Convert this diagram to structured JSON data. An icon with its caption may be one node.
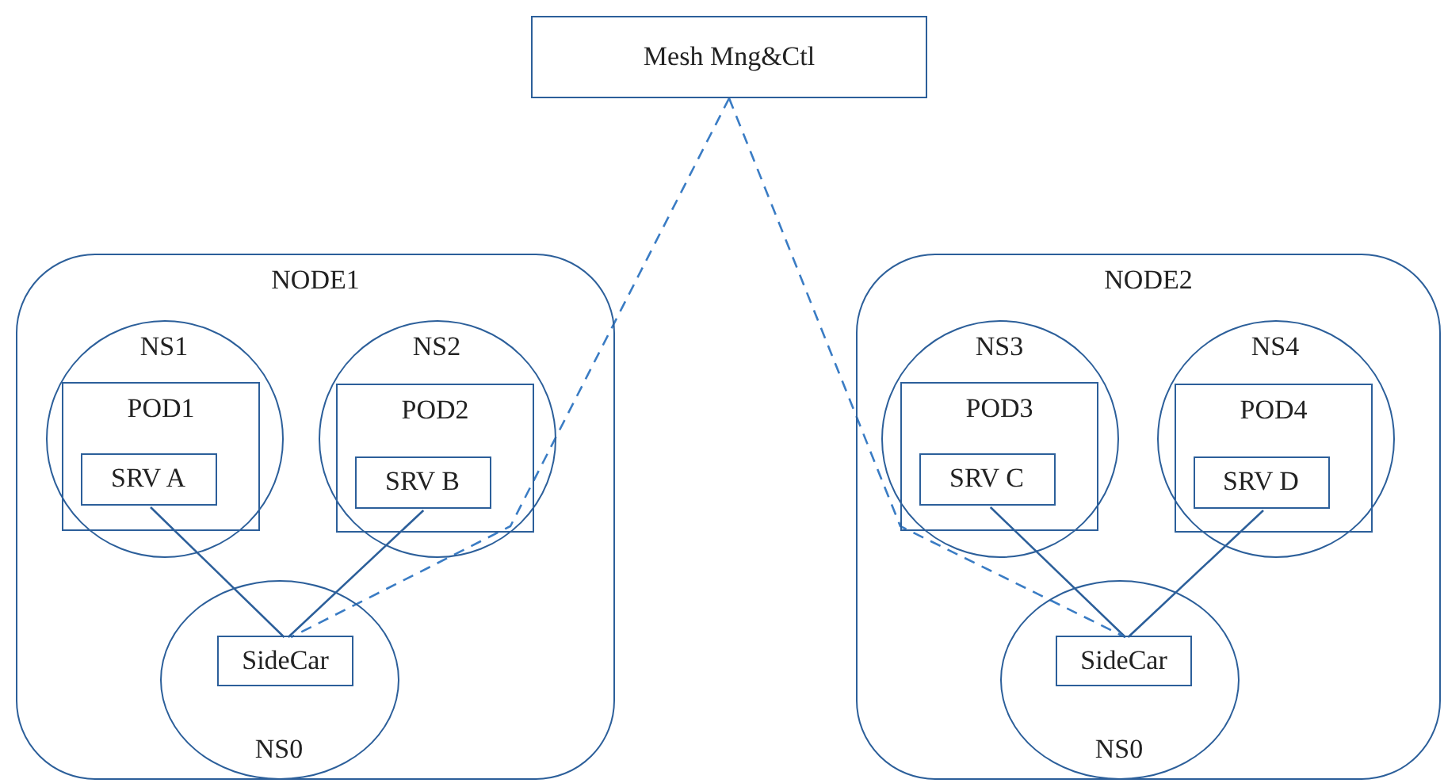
{
  "diagram": {
    "nodes": [
      {
        "text": [
          "Mesh Mng&Ctl"
        ]
      },
      {
        "text": [
          "NODE1"
        ]
      },
      {
        "text": [
          "NS1"
        ],
        "in": 1
      },
      {
        "text": [
          "POD1"
        ],
        "in": 2
      },
      {
        "text": [
          "SRV A"
        ],
        "in": 3
      },
      {
        "text": [
          "NS2"
        ],
        "in": 1
      },
      {
        "text": [
          "POD2"
        ],
        "in": 5
      },
      {
        "text": [
          "SRV B"
        ],
        "in": 6
      },
      {
        "text": [
          "NS0"
        ],
        "in": 1
      },
      {
        "text": [
          "SideCar"
        ],
        "in": 8
      },
      {
        "text": [
          "NODE2"
        ]
      },
      {
        "text": [
          "NS3"
        ],
        "in": 10
      },
      {
        "text": [
          "POD3"
        ],
        "in": 11
      },
      {
        "text": [
          "SRV C"
        ],
        "in": 12
      },
      {
        "text": [
          "NS4"
        ],
        "in": 10
      },
      {
        "text": [
          "POD4"
        ],
        "in": 14
      },
      {
        "text": [
          "SRV D"
        ],
        "in": 15
      },
      {
        "text": [
          "NS0"
        ],
        "in": 10
      },
      {
        "text": [
          "SideCar"
        ],
        "in": 17
      }
    ],
    "edges": [
      {
        "from": 4,
        "to": 9,
        "arrow": "none"
      },
      {
        "from": 7,
        "to": 9,
        "arrow": "none"
      },
      {
        "from": 0,
        "to": 9,
        "arrow": "none",
        "style": "dashed",
        "color": "#3a7cc4"
      },
      {
        "from": 13,
        "to": 18,
        "arrow": "none"
      },
      {
        "from": 16,
        "to": 18,
        "arrow": "none"
      },
      {
        "from": 0,
        "to": 18,
        "arrow": "none",
        "style": "dashed",
        "color": "#3a7cc4"
      }
    ]
  }
}
